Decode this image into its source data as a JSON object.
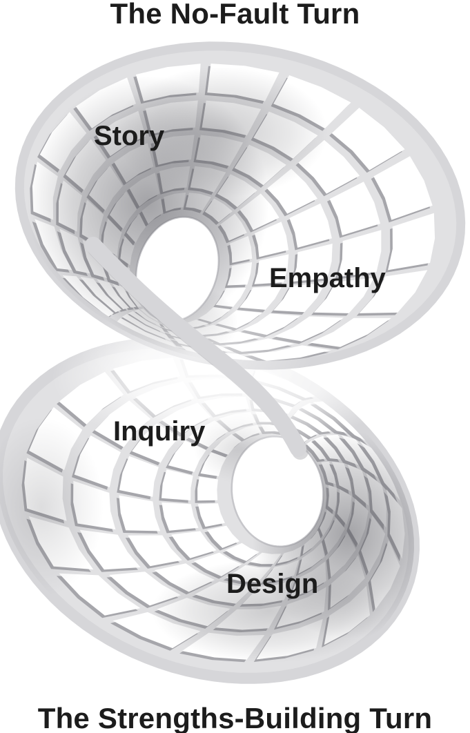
{
  "figure": {
    "top_title": "The No-Fault Turn",
    "bottom_title": "The Strengths-Building Turn",
    "band_labels": [
      {
        "id": "story",
        "text": "Story"
      },
      {
        "id": "empathy",
        "text": "Empathy"
      },
      {
        "id": "inquiry",
        "text": "Inquiry"
      },
      {
        "id": "design",
        "text": "Design"
      }
    ],
    "colors": {
      "background": "#ffffff",
      "text": "#1c1c1c",
      "lattice_base": "#e1e1e3",
      "lattice_shadow": "#a6a6ab",
      "rim": "#d6d6d9",
      "band": "#d6d6d9",
      "band_shade": "#aaaaaf",
      "hole_fill": "#ffffff",
      "hole_edge": "#c6c6ca"
    }
  }
}
